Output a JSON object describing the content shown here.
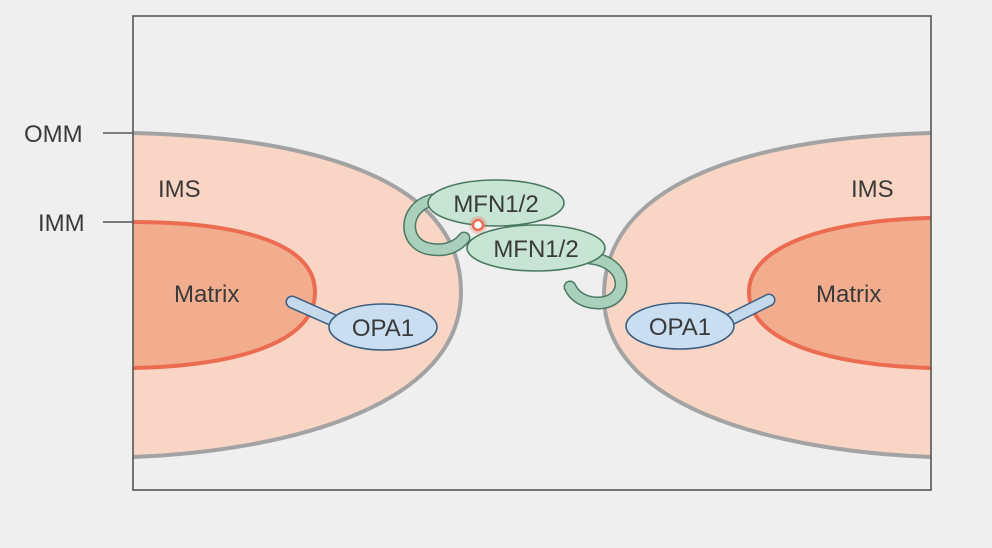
{
  "labels": {
    "omm": "OMM",
    "imm": "IMM",
    "ims_left": "IMS",
    "ims_right": "IMS",
    "matrix_left": "Matrix",
    "matrix_right": "Matrix",
    "mfn_top": "MFN1/2",
    "mfn_bottom": "MFN1/2",
    "opa_left": "OPA1",
    "opa_right": "OPA1"
  },
  "colors": {
    "background": "#efefef",
    "frame": "#555555",
    "omm_stroke": "#a3a3a3",
    "ims_fill": "#f9d5c5",
    "imm_stroke": "#ec6c52",
    "matrix_fill": "#f2ad8f",
    "mfn_fill": "#c8e4d4",
    "mfn_stroke": "#4a7a63",
    "mfn_tail": "#aacfbd",
    "opa_fill": "#c9def1",
    "opa_stroke": "#3d5f80",
    "opa_stalk": "#c4d9ec",
    "contact_point": "#ec6c52",
    "text": "#3a3a3a"
  }
}
